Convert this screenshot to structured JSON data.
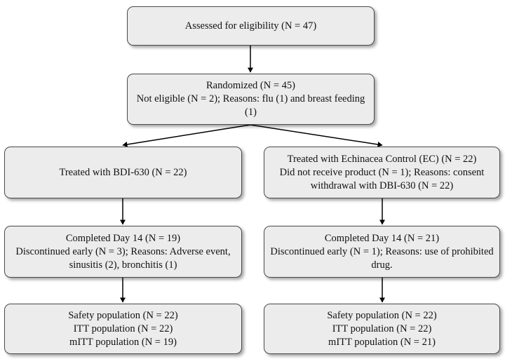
{
  "flowchart": {
    "assessed": {
      "line1": "Assessed for eligibility (N = 47)"
    },
    "randomized": {
      "line1": "Randomized (N = 45)",
      "line2": "Not eligible (N = 2); Reasons: flu (1) and breast feeding (1)"
    },
    "arm_bdi": {
      "treated": {
        "line1": "Treated with BDI-630 (N = 22)"
      },
      "completed": {
        "line1": "Completed Day 14 (N = 19)",
        "line2": "Discontinued early (N = 3); Reasons: Adverse event,",
        "line3": "sinusitis (2), bronchitis (1)"
      },
      "population": {
        "line1": "Safety population (N = 22)",
        "line2": "ITT population (N = 22)",
        "line3": "mITT population (N = 19)"
      }
    },
    "arm_ec": {
      "treated": {
        "line1": "Treated with Echinacea Control (EC) (N = 22)",
        "line2": "Did not receive product (N = 1); Reasons: consent",
        "line3": "withdrawal with DBI-630 (N = 22)"
      },
      "completed": {
        "line1": "Completed Day 14 (N = 21)",
        "line2": "Discontinued early (N = 1); Reasons: use of prohibited",
        "line3": "drug."
      },
      "population": {
        "line1": "Safety population (N = 22)",
        "line2": "ITT population (N = 22)",
        "line3": "mITT population (N = 21)"
      }
    }
  },
  "colors": {
    "box_fill": "#ececec",
    "box_border": "#4a4a4a",
    "arrow": "#000000"
  }
}
